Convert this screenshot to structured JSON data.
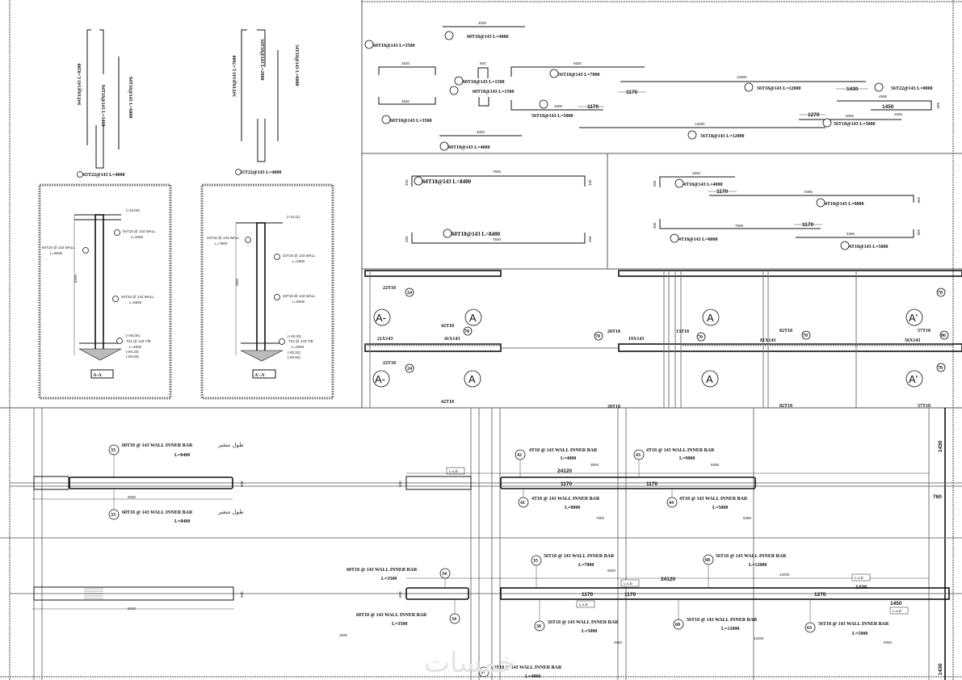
{
  "drawing": {
    "title": "Wall reinforcement detail sheet",
    "watermark": "خمسات",
    "bar_bending_schedule": [
      {
        "mark": "37",
        "text": "60T18@143 L=4000",
        "dims": [
          "4000"
        ]
      },
      {
        "mark": "34",
        "text": "60T18@143 L=3500",
        "dims": [
          "2830",
          "335",
          "335"
        ]
      },
      {
        "mark": "34",
        "text": "60T18@143 L=3500",
        "dims": [
          "2830",
          "335",
          "335"
        ],
        "id": "34b"
      },
      {
        "mark": "38",
        "text": "60T18@143 L=1500",
        "dims": [
          "500",
          "500",
          "500"
        ]
      },
      {
        "mark": "38",
        "text": "60T18@143 L=1500",
        "dims": [
          "500",
          "500",
          "500"
        ],
        "id": "38b"
      },
      {
        "mark": "35",
        "text": "56T18@143 L=7000",
        "dims": [
          "6500",
          "500"
        ]
      },
      {
        "mark": "36",
        "text": "56T18@143 L=5000",
        "dims": [
          "4500",
          "500",
          "1170"
        ]
      },
      {
        "mark": "37",
        "text": "60T18@143 L=4000",
        "dims": [
          "4000"
        ],
        "id": "37b"
      },
      {
        "mark": "68",
        "text": "56T18@143 L=12000",
        "dims": [
          "12000"
        ]
      },
      {
        "mark": "68",
        "text": "56T18@143 L=12000",
        "dims": [
          "12000"
        ],
        "id": "68b"
      },
      {
        "mark": "39",
        "text": "56T22@143 L=8000",
        "dims": [
          "4995",
          "2005",
          "1450",
          "1430",
          "500"
        ]
      },
      {
        "mark": "63",
        "text": "56T18@143 L=5000",
        "dims": [
          "5000",
          "1270"
        ]
      },
      {
        "mark": "33",
        "text": "60T18@143 L=8400",
        "dims": [
          "7500",
          "450",
          "450"
        ]
      },
      {
        "mark": "33",
        "text": "60T18@143 L=8400",
        "dims": [
          "7500",
          "450",
          "450"
        ],
        "id": "33b"
      },
      {
        "mark": "42",
        "text": "4T18@143 L=4000",
        "dims": [
          "3500",
          "500",
          "1170"
        ]
      },
      {
        "mark": "43",
        "text": "4T18@143 L=9800",
        "dims": [
          "9395",
          "405"
        ]
      },
      {
        "mark": "41",
        "text": "4T18@143 L=8000",
        "dims": [
          "7500",
          "500",
          "1170"
        ]
      },
      {
        "mark": "44",
        "text": "4T18@143 L=5800",
        "dims": [
          "5395",
          "405"
        ]
      }
    ],
    "vertical_bars_left": {
      "marks": [
        {
          "mark": "70",
          "text": "94T18@143 L=8200"
        },
        {
          "mark": "72",
          "text": "94T18@143 L=3400"
        },
        {
          "mark": "71",
          "text": "94T18@143 L=6000"
        }
      ],
      "footer": {
        "mark": "23",
        "text": "65T22@143 L=4000"
      },
      "lap": "450"
    },
    "vertical_bars_right": {
      "marks": [
        {
          "mark": "69",
          "text": "34T18@143 L=7600"
        },
        {
          "mark": "73",
          "text": "34T18@143 L=2800"
        },
        {
          "mark": "71",
          "text": "34T18@143 L=6000"
        }
      ],
      "footer": {
        "mark": "22",
        "text": "65T22@143 L=4000"
      },
      "lap": "450"
    },
    "sections": [
      {
        "title": "A-A",
        "level_top": "(+10.00)",
        "height": "8200",
        "notes": [
          {
            "mark": "72",
            "line1": "94T18 @ 143 WALL",
            "line2": "L=3400"
          },
          {
            "mark": "70",
            "line1": "94T18 @ 143 WALL",
            "line2": "L=8200"
          },
          {
            "mark": "71",
            "line1": "94T18 @ 143 WALL",
            "line2": "L=6000"
          },
          {
            "mark": "23",
            "line1": "T22 @ 143 T/B",
            "line2": "L=4000"
          }
        ],
        "levels": [
          "(+00.00)",
          "(-00.20)",
          "(-00.50)"
        ]
      },
      {
        "title": "A'-A'",
        "level_top": "(+10.11)",
        "height": "7600",
        "notes": [
          {
            "mark": "69",
            "line1": "34T18 @ 143 WALL",
            "line2": "L=7600"
          },
          {
            "mark": "73",
            "line1": "34T18 @ 143 WALL",
            "line2": "L=2800"
          },
          {
            "mark": "71",
            "line1": "34T18 @ 143 WALL",
            "line2": "L=6000"
          },
          {
            "mark": "22",
            "line1": "T22 @ 143 T/B",
            "line2": "L=4000"
          }
        ],
        "levels": [
          "(+00.00)",
          "(-00.20)",
          "(-00.50)"
        ]
      }
    ],
    "plan": {
      "section_markers": [
        "A-",
        "A",
        "A",
        "A'"
      ],
      "labels": [
        {
          "text": "22T18",
          "mark": "24"
        },
        {
          "text": "42T18",
          "mark": "70"
        },
        {
          "text": "21X143"
        },
        {
          "text": "41X143"
        },
        {
          "text": "20T18",
          "mark": "70"
        },
        {
          "text": "19X143"
        },
        {
          "text": "13T18",
          "mark": "70"
        },
        {
          "text": "82T18",
          "mark": "70"
        },
        {
          "text": "81X143"
        },
        {
          "text": "57T18",
          "mark": "06"
        },
        {
          "text": "56X143"
        },
        {
          "mark": "78"
        }
      ]
    },
    "elevation_top": {
      "left_wall": {
        "mark": "33",
        "line1": "60T18 @ 143 WALL INNER BAR",
        "line2": "L=8400",
        "arabic": "طول  متغير",
        "length": "9200",
        "thickness": "600"
      },
      "total": "24120",
      "ld": "L=LD",
      "laps": [
        "1170",
        "1170"
      ],
      "bars": [
        {
          "mark": "42",
          "line1": "4T18 @ 143 WALL INNER BAR",
          "line2": "L=4000",
          "mini": "3500"
        },
        {
          "mark": "43",
          "line1": "4T18 @ 143 WALL INNER BAR",
          "line2": "L=9800",
          "mini": "9395"
        },
        {
          "mark": "41",
          "line1": "4T18 @ 143 WALL INNER BAR",
          "line2": "L=8000",
          "mini": "7500"
        },
        {
          "mark": "44",
          "line1": "4T18 @ 143 WALL INNER BAR",
          "line2": "L=5800",
          "mini": "5395"
        }
      ],
      "right_dims": [
        "1430",
        "760"
      ]
    },
    "elevation_bottom": {
      "left_wall": {
        "length": "9200",
        "thickness": "600"
      },
      "total": "24120",
      "ld": "L=LD",
      "laps": [
        "1170",
        "1170",
        "1270",
        "1430",
        "1450"
      ],
      "bars": [
        {
          "mark": "34",
          "line1": "60T18 @ 143 WALL INNER BAR",
          "line2": "L=3500"
        },
        {
          "mark": "34",
          "line1": "60T18 @ 143 WALL INNER BAR",
          "line2": "L=3500",
          "id": "34b",
          "mini": "2830"
        },
        {
          "mark": "35",
          "line1": "56T18 @ 143 WALL INNER BAR",
          "line2": "L=7000",
          "mini": "6500"
        },
        {
          "mark": "36",
          "line1": "56T18 @ 143 WALL INNER BAR",
          "line2": "L=5000",
          "mini": "4500"
        },
        {
          "mark": "68",
          "line1": "56T18 @ 143 WALL INNER BAR",
          "line2": "L=12000",
          "mini": "12000"
        },
        {
          "mark": "68",
          "line1": "56T18 @ 143 WALL INNER BAR",
          "line2": "L=12000",
          "id": "68b",
          "mini": "12000"
        },
        {
          "mark": "63",
          "line1": "56T18 @ 143 WALL INNER BAR",
          "line2": "L=5000",
          "mini": "5000"
        },
        {
          "mark": "37",
          "line1": "60T18 @ 143 WALL INNER BAR",
          "line2": "L=4000"
        }
      ],
      "right_dims": [
        "1430"
      ]
    }
  }
}
